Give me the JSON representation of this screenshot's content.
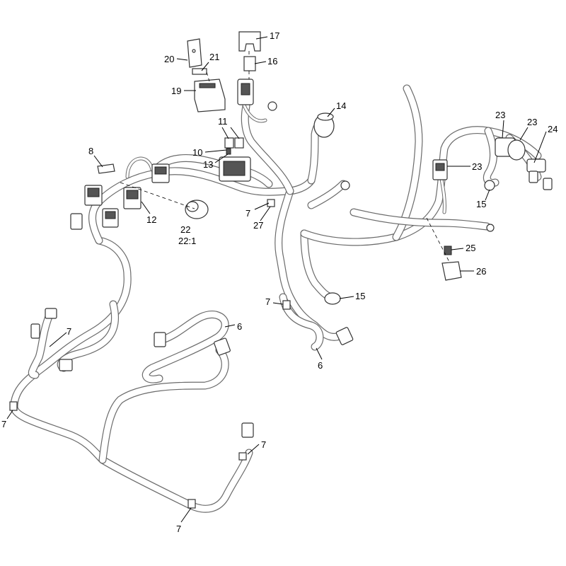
{
  "callouts": [
    {
      "id": "c17",
      "text": "17"
    },
    {
      "id": "c16",
      "text": "16"
    },
    {
      "id": "c20",
      "text": "20"
    },
    {
      "id": "c21",
      "text": "21"
    },
    {
      "id": "c19",
      "text": "19"
    },
    {
      "id": "c14",
      "text": "14"
    },
    {
      "id": "c11",
      "text": "11"
    },
    {
      "id": "c10",
      "text": "10"
    },
    {
      "id": "c13",
      "text": "13"
    },
    {
      "id": "c8",
      "text": "8"
    },
    {
      "id": "c12",
      "text": "12"
    },
    {
      "id": "c22",
      "text": "22"
    },
    {
      "id": "c22-1",
      "text": "22:1"
    },
    {
      "id": "c7a",
      "text": "7"
    },
    {
      "id": "c27",
      "text": "27"
    },
    {
      "id": "c23a",
      "text": "23"
    },
    {
      "id": "c23b",
      "text": "23"
    },
    {
      "id": "c24",
      "text": "24"
    },
    {
      "id": "c23c",
      "text": "23"
    },
    {
      "id": "c15a",
      "text": "15"
    },
    {
      "id": "c25",
      "text": "25"
    },
    {
      "id": "c26",
      "text": "26"
    },
    {
      "id": "c7b",
      "text": "7"
    },
    {
      "id": "c15b",
      "text": "15"
    },
    {
      "id": "c6a",
      "text": "6"
    },
    {
      "id": "c6b",
      "text": "6"
    },
    {
      "id": "c7c",
      "text": "7"
    },
    {
      "id": "c7d",
      "text": "7"
    },
    {
      "id": "c7e",
      "text": "7"
    },
    {
      "id": "c7f",
      "text": "7"
    }
  ]
}
